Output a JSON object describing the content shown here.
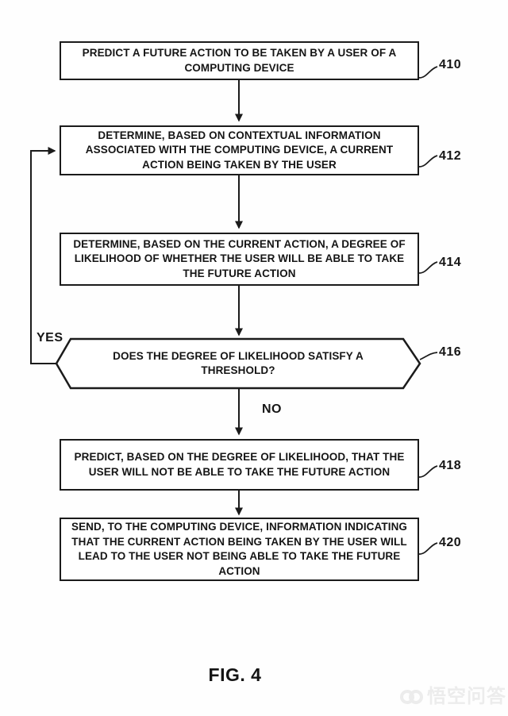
{
  "figure_caption": "FIG. 4",
  "flowchart": {
    "steps": [
      {
        "ref": "410",
        "shape": "rect",
        "text": "PREDICT A FUTURE ACTION TO BE TAKEN BY A USER OF A COMPUTING DEVICE"
      },
      {
        "ref": "412",
        "shape": "rect",
        "text": "DETERMINE, BASED ON CONTEXTUAL INFORMATION ASSOCIATED WITH THE COMPUTING DEVICE, A CURRENT ACTION BEING TAKEN BY THE USER"
      },
      {
        "ref": "414",
        "shape": "rect",
        "text": "DETERMINE, BASED ON THE CURRENT ACTION, A DEGREE OF LIKELIHOOD OF WHETHER THE USER WILL BE ABLE TO TAKE THE FUTURE ACTION"
      },
      {
        "ref": "416",
        "shape": "decision",
        "text": "DOES THE DEGREE OF LIKELIHOOD SATISFY A THRESHOLD?"
      },
      {
        "ref": "418",
        "shape": "rect",
        "text": "PREDICT, BASED ON THE DEGREE OF LIKELIHOOD, THAT THE USER WILL NOT BE ABLE TO TAKE THE FUTURE ACTION"
      },
      {
        "ref": "420",
        "shape": "rect",
        "text": "SEND, TO THE COMPUTING DEVICE, INFORMATION INDICATING THAT THE CURRENT ACTION BEING TAKEN BY THE USER WILL LEAD TO THE USER NOT BEING ABLE TO TAKE THE FUTURE ACTION"
      }
    ],
    "branch_labels": {
      "yes": "YES",
      "no": "NO"
    },
    "line_color": "#1b1b1b"
  },
  "watermark": {
    "text": "悟空问答"
  }
}
